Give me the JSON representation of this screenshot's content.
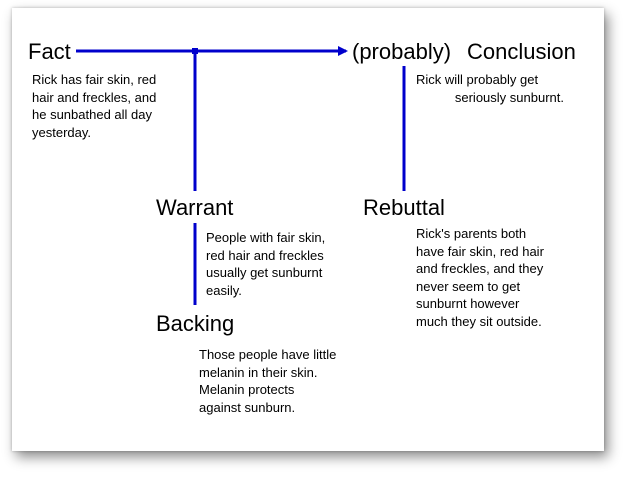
{
  "colors": {
    "line": "#0000cc",
    "text": "#000000",
    "background": "#ffffff"
  },
  "labels": {
    "fact": "Fact",
    "qualifier": "(probably)",
    "conclusion": "Conclusion",
    "warrant": "Warrant",
    "rebuttal": "Rebuttal",
    "backing": "Backing"
  },
  "texts": {
    "fact": [
      "Rick has fair skin, red",
      "hair and freckles, and",
      "he sunbathed all day",
      "yesterday."
    ],
    "conclusion": [
      "Rick will probably get",
      "seriously sunburnt."
    ],
    "warrant": [
      "People with fair skin,",
      "red hair and freckles",
      "usually get sunburnt",
      "easily."
    ],
    "rebuttal": [
      "Rick's parents both",
      "have fair skin, red hair",
      "and freckles, and they",
      "never seem to get",
      "sunburnt however",
      "much they sit outside."
    ],
    "backing": [
      "Those people have little",
      "melanin in their skin.",
      "Melanin protects",
      "against sunburn."
    ]
  }
}
